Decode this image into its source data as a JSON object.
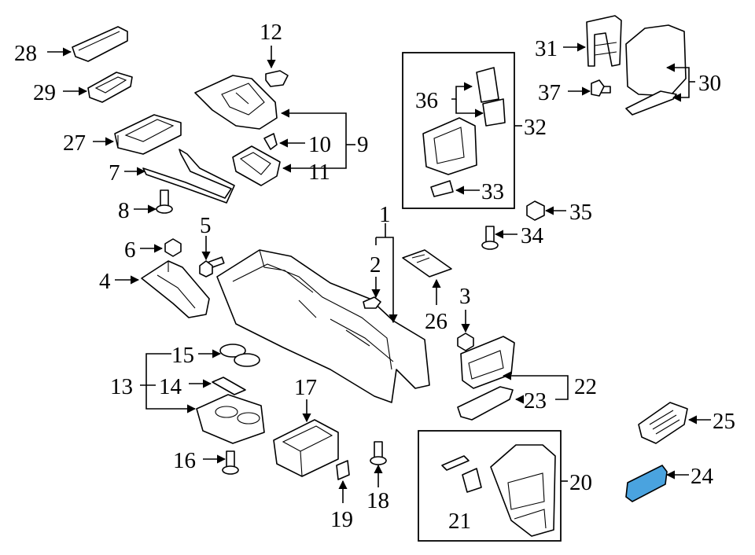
{
  "diagram": {
    "callouts": {
      "c1": "1",
      "c2": "2",
      "c3": "3",
      "c4": "4",
      "c5": "5",
      "c6": "6",
      "c7": "7",
      "c8": "8",
      "c9": "9",
      "c10": "10",
      "c11": "11",
      "c12": "12",
      "c13": "13",
      "c14": "14",
      "c15": "15",
      "c16": "16",
      "c17": "17",
      "c18": "18",
      "c19": "19",
      "c20": "20",
      "c21": "21",
      "c22": "22",
      "c23": "23",
      "c24": "24",
      "c25": "25",
      "c26": "26",
      "c27": "27",
      "c28": "28",
      "c29": "29",
      "c30": "30",
      "c31": "31",
      "c32": "32",
      "c33": "33",
      "c34": "34",
      "c35": "35",
      "c36": "36",
      "c37": "37"
    },
    "highlighted_part": "24",
    "highlight_color": "#4aa3df"
  }
}
